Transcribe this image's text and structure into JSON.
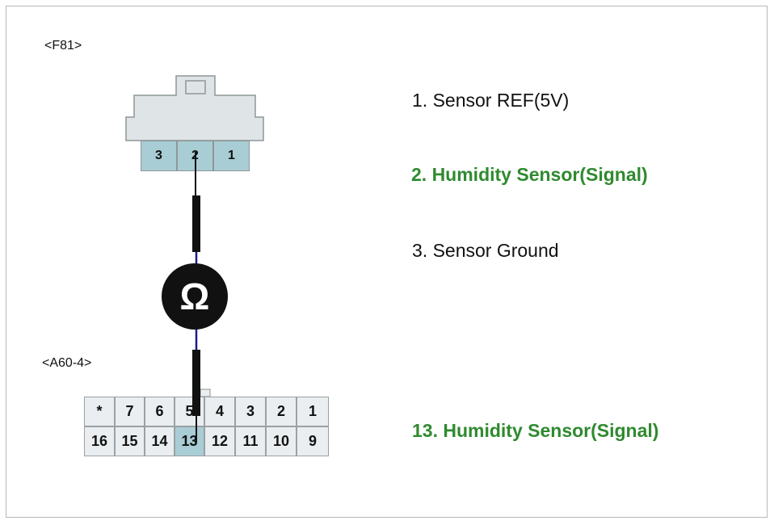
{
  "connectors": {
    "top": {
      "label": "<F81>",
      "pins": [
        "3",
        "2",
        "1"
      ],
      "active_pin": "2"
    },
    "bottom": {
      "label": "<A60-4>",
      "row1": [
        "*",
        "7",
        "6",
        "5",
        "4",
        "3",
        "2",
        "1"
      ],
      "row2": [
        "16",
        "15",
        "14",
        "13",
        "12",
        "11",
        "10",
        "9"
      ],
      "active_pin": "13"
    }
  },
  "meter": {
    "symbol": "Ω",
    "icon": "ohm-meter-icon"
  },
  "legend": {
    "item1": "1. Sensor REF(5V)",
    "item2": "2. Humidity Sensor(Signal)",
    "item3": "3. Sensor Ground",
    "item13": "13. Humidity Sensor(Signal)"
  },
  "colors": {
    "highlight_text": "#2f8a2f",
    "pin_active": "#a9cdd4",
    "wire": "#1a1a8c",
    "probe": "#111111"
  }
}
